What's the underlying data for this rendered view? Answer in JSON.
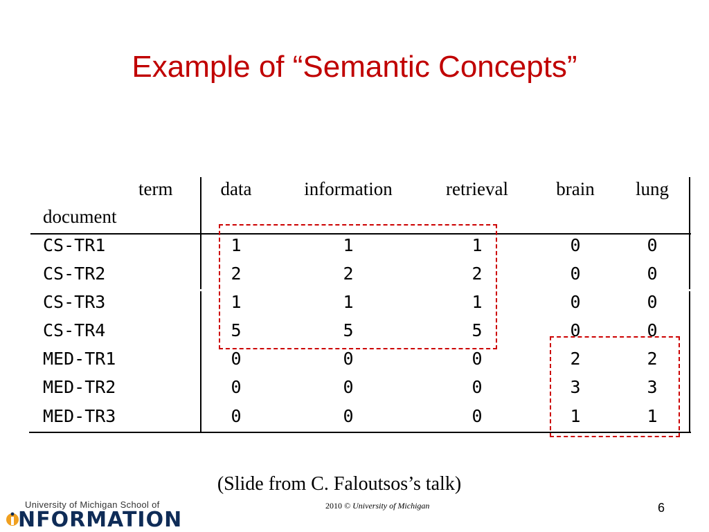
{
  "title": "Example of “Semantic Concepts”",
  "table": {
    "corner_top": "term",
    "corner_bottom": "document",
    "columns": [
      "data",
      "information",
      "retrieval",
      "brain",
      "lung"
    ],
    "rows": [
      {
        "label": "CS-TR1",
        "values": [
          "1",
          "1",
          "1",
          "0",
          "0"
        ]
      },
      {
        "label": "CS-TR2",
        "values": [
          "2",
          "2",
          "2",
          "0",
          "0"
        ]
      },
      {
        "label": "CS-TR3",
        "values": [
          "1",
          "1",
          "1",
          "0",
          "0"
        ]
      },
      {
        "label": "CS-TR4",
        "values": [
          "5",
          "5",
          "5",
          "0",
          "0"
        ]
      },
      {
        "label": "MED-TR1",
        "values": [
          "0",
          "0",
          "0",
          "2",
          "2"
        ]
      },
      {
        "label": "MED-TR2",
        "values": [
          "0",
          "0",
          "0",
          "3",
          "3"
        ]
      },
      {
        "label": "MED-TR3",
        "values": [
          "0",
          "0",
          "0",
          "1",
          "1"
        ]
      }
    ]
  },
  "credit": "(Slide from C. Faloutsos’s talk)",
  "logo": {
    "line1": "University of Michigan School of",
    "line2": "NFORMATION"
  },
  "footer": {
    "year": "2010",
    "copyright": "© University of Michigan"
  },
  "page_number": "6",
  "colors": {
    "title": "#c00000",
    "highlight_box": "#cc0000",
    "logo_blue": "#0f2c57",
    "logo_orange": "#f0a020"
  }
}
